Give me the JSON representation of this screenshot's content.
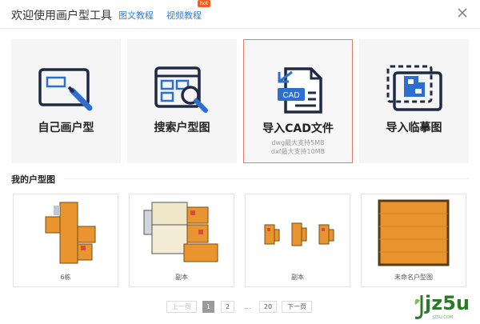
{
  "header": {
    "title": "欢迎使用画户型工具",
    "links": [
      "图文教程",
      "视频教程"
    ],
    "hot_badge": "hot"
  },
  "cards": [
    {
      "label": "自己画户型",
      "icon": "draw-floorplan-icon"
    },
    {
      "label": "搜索户型图",
      "icon": "search-floorplan-icon"
    },
    {
      "label": "导入CAD文件",
      "icon": "cad-file-icon",
      "sub1": "dwg最大支持5MB",
      "sub2": "dxf最大支持10MB",
      "active": true,
      "icon_text": "CAD"
    },
    {
      "label": "导入临摹图",
      "icon": "import-trace-icon"
    }
  ],
  "section": {
    "title": "我的户型图"
  },
  "plans": [
    {
      "name": "6栋"
    },
    {
      "name": "副本"
    },
    {
      "name": "副本"
    },
    {
      "name": "未命名户型图"
    }
  ],
  "pager": {
    "prev": "上一页",
    "pages": [
      "1",
      "2",
      "20"
    ],
    "ellipsis": "...",
    "next": "下一页",
    "current": 1
  },
  "logo": {
    "text": "jz5u",
    "sub": "JZ5U.COM"
  },
  "colors": {
    "accent_blue": "#2f7fe0",
    "icon_blue": "#2d6fd1",
    "wood": "#e8952f",
    "active_border": "#e07a6b"
  }
}
